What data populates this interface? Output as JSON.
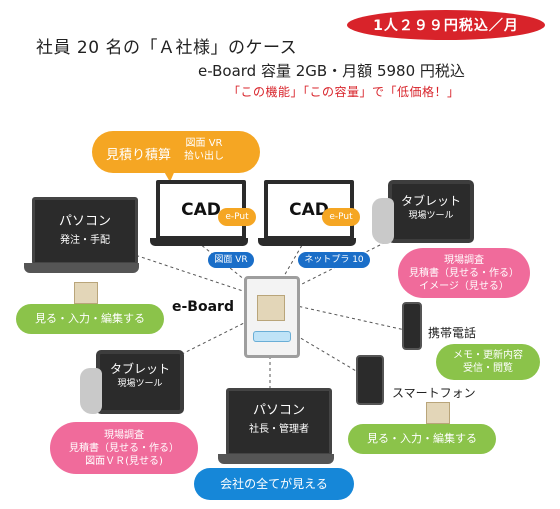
{
  "header": {
    "title": "社員 20 名の「Ａ社様」のケース",
    "price_badge": "1人２９９円税込／月",
    "plan": "e-Board 容量 2GB・月額 5980 円税込",
    "tagline": "「この機能」「この容量」で「低価格！」"
  },
  "colors": {
    "red": "#d8232a",
    "orange": "#f5a623",
    "green": "#8bc34a",
    "pink": "#f06b9b",
    "blue": "#1687d8",
    "screen": "#2b2b2b"
  },
  "center": {
    "label": "e-Board"
  },
  "bubbles": {
    "estimate_main": "見積り積算",
    "estimate_sub": "図面 VR\n拾い出し",
    "tablet_top_right_pink": "現場調査\n見積書（見せる・作る）\nイメージ（見せる）",
    "left_green": "見る・入力・編集する",
    "phone_green": "メモ・更新内容\n受信・閲覧",
    "tablet_left_pink": "現場調査\n見積書（見せる・作る）\n図面ＶＲ(見せる)",
    "smartphone_green": "見る・入力・編集する",
    "bottom_blue": "会社の全てが見える"
  },
  "devices": {
    "laptop_left_title": "パソコン",
    "laptop_left_sub": "発注・手配",
    "cad1": "CAD",
    "cad1_tag": "e-Put",
    "cad1_caption": "図面 VR",
    "cad2": "CAD",
    "cad2_tag": "e-Put",
    "cad2_caption": "ネットプラ 10",
    "tablet_tr_title": "タブレット",
    "tablet_tr_sub": "現場ツール",
    "tablet_l_title": "タブレット",
    "tablet_l_sub": "現場ツール",
    "phone_label": "携帯電話",
    "smartphone_label": "スマートフォン",
    "laptop_bottom_title": "パソコン",
    "laptop_bottom_sub": "社長・管理者"
  }
}
